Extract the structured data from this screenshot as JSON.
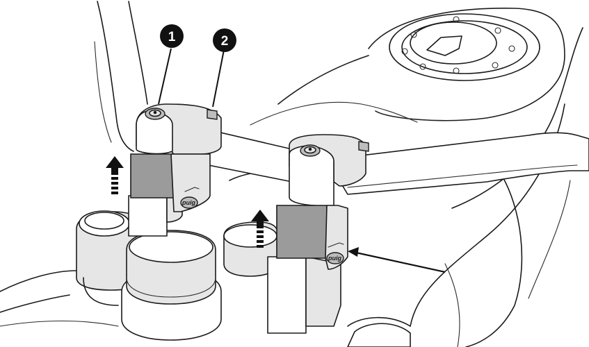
{
  "callouts": [
    {
      "label": "1"
    },
    {
      "label": "2"
    }
  ],
  "brand_mark": "puig",
  "icons": [
    "up-arrow-icon",
    "up-arrow-icon",
    "pointer-arrow"
  ]
}
